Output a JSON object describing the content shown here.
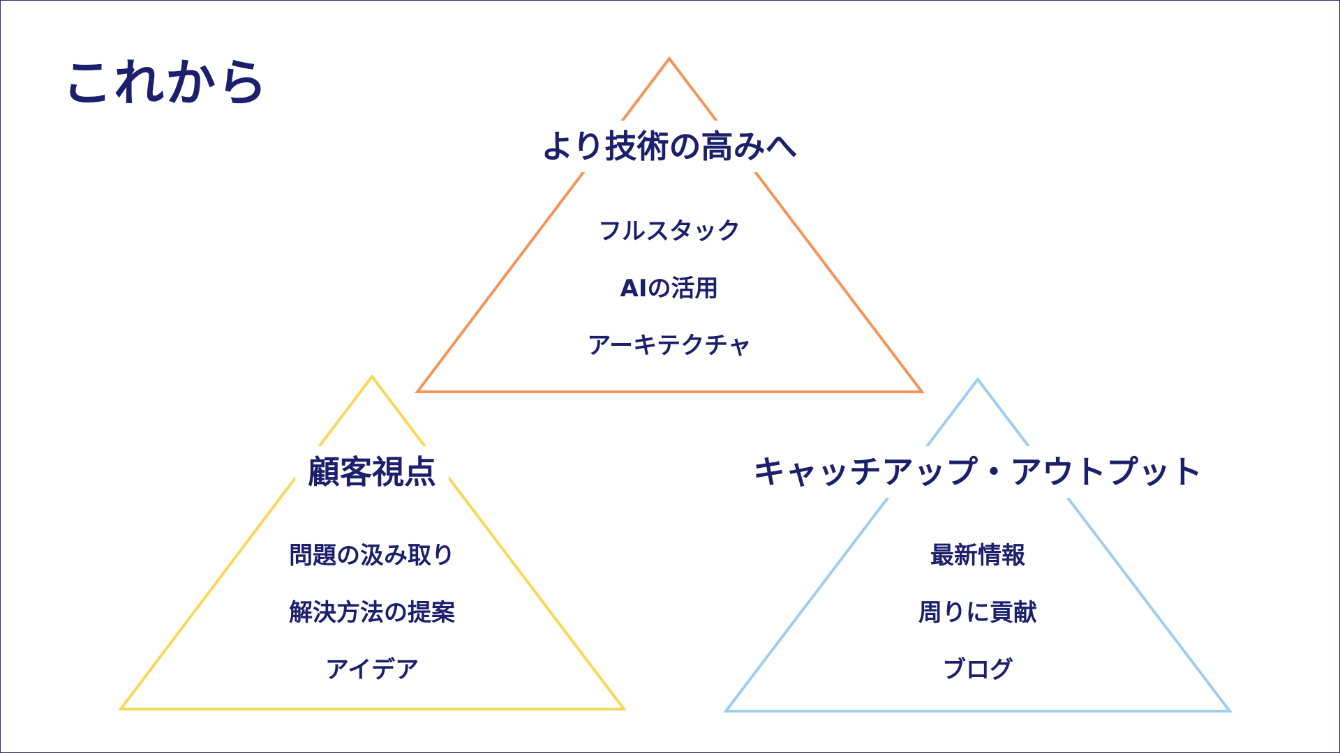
{
  "slide": {
    "title": "これから"
  },
  "colors": {
    "text": "#1c1f6b",
    "tech": "#f4935a",
    "customer": "#f7d857",
    "catchup": "#9fcdee"
  },
  "pyramids": [
    {
      "key": "tech",
      "title": "より技術の高みへ",
      "items": [
        "フルスタック",
        "AIの活用",
        "アーキテクチャ"
      ]
    },
    {
      "key": "customer",
      "title": "顧客視点",
      "items": [
        "問題の汲み取り",
        "解決方法の提案",
        "アイデア"
      ]
    },
    {
      "key": "catchup",
      "title": "キャッチアップ・アウトプット",
      "items": [
        "最新情報",
        "周りに貢献",
        "ブログ"
      ]
    }
  ]
}
